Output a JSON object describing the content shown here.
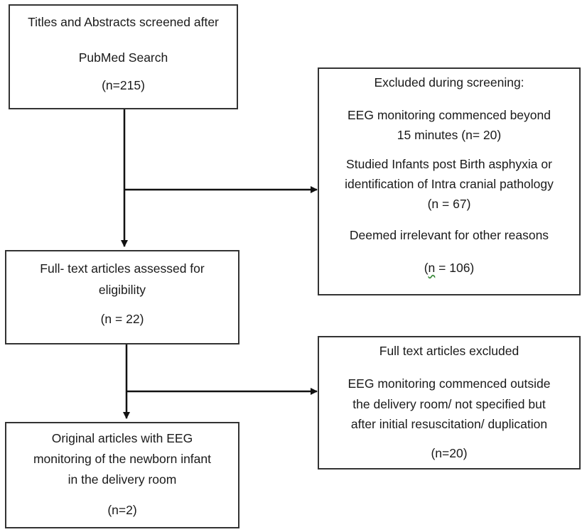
{
  "boxes": {
    "screened": {
      "line1": "Titles and Abstracts screened after",
      "line2": "PubMed Search",
      "count": "(n=215)"
    },
    "excluded_screening": {
      "heading": "Excluded during screening:",
      "reason1_line1": "EEG monitoring commenced beyond",
      "reason1_line2": "15 minutes (n= 20)",
      "reason2_line1": "Studied Infants post Birth asphyxia or",
      "reason2_line2": "identification of Intra cranial pathology",
      "reason2_line3": "(n = 67)",
      "reason3_line1": "Deemed irrelevant for other reasons",
      "reason3_open": "(",
      "reason3_n": "n",
      "reason3_rest": " = 106)"
    },
    "fulltext": {
      "line1": "Full- text articles assessed for",
      "line2": "eligibility",
      "count": "(n = 22)"
    },
    "fulltext_excluded": {
      "heading": "Full text articles excluded",
      "line1": "EEG monitoring commenced outside",
      "line2": "the delivery room/ not specified but",
      "line3": "after initial resuscitation/ duplication",
      "count": "(n=20)"
    },
    "included": {
      "line1": "Original articles with EEG",
      "line2": "monitoring of the newborn infant",
      "line3": "in the delivery room",
      "count": "(n=2)"
    }
  }
}
